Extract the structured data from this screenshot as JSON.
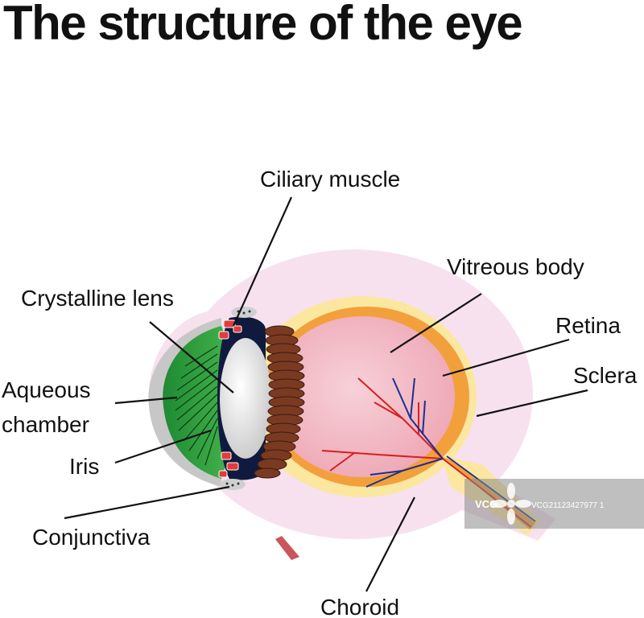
{
  "title": "The structure of the eye",
  "labels": {
    "ciliary_muscle": "Ciliary muscle",
    "vitreous_body": "Vitreous body",
    "crystalline_lens": "Crystalline lens",
    "retina": "Retina",
    "sclera": "Sclera",
    "aqueous_line1": "Aqueous",
    "aqueous_line2": "chamber",
    "iris": "Iris",
    "conjunctiva": "Conjunctiva",
    "choroid": "Choroid"
  },
  "watermark": {
    "logo": "VCG",
    "id": "VCG21123427977 1"
  },
  "colors": {
    "sclera": "#f7e1ef",
    "outer_layer": "#fbe7a0",
    "choroid": "#f2a03c",
    "vitreous": "#f2bcc6",
    "cornea_green": "#2f9e3e",
    "ciliary_dark": "#101a3f",
    "lens": "#e8e8e8",
    "iris_brown": "#7a3a22",
    "artery": "#d62020",
    "vein": "#1d2f8f"
  }
}
